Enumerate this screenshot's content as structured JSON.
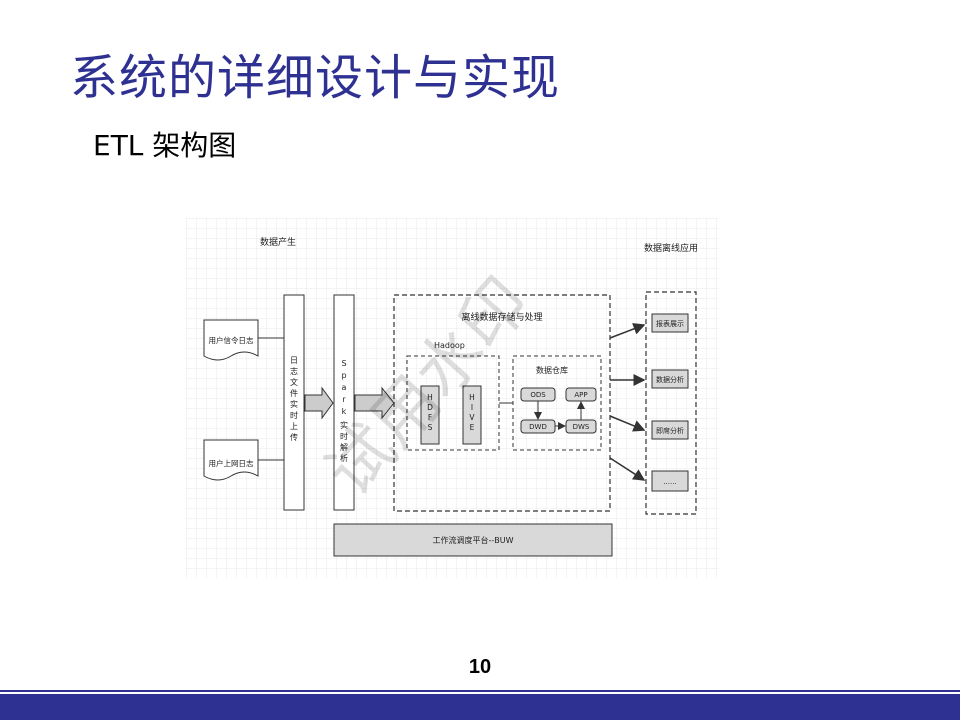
{
  "slide": {
    "title": "系统的详细设计与实现",
    "subtitle": "ETL 架构图",
    "page_number": "10"
  },
  "diagram": {
    "section_produce": "数据产生",
    "section_apps": "数据离线应用",
    "log_cmd": "用户信令日志",
    "log_web": "用户上网日志",
    "upload_chars": [
      "日",
      "志",
      "文",
      "件",
      "实",
      "时",
      "上",
      "传"
    ],
    "spark_chars": [
      "S",
      "p",
      "a",
      "r",
      "k",
      "实",
      "时",
      "解",
      "析"
    ],
    "offline_title": "离线数据存储与处理",
    "hadoop_label": "Hadoop",
    "hdfs_chars": [
      "H",
      "D",
      "F",
      "S"
    ],
    "hive_chars": [
      "H",
      "I",
      "V",
      "E"
    ],
    "warehouse_label": "数据仓库",
    "ods": "ODS",
    "app": "APP",
    "dwd": "DWD",
    "dws": "DWS",
    "apps": [
      "报表展示",
      "数据分析",
      "即席分析",
      "......"
    ],
    "scheduler": "工作流调度平台--BUW",
    "watermark": "试用水印"
  },
  "colors": {
    "title": "#2e3192",
    "footer": "#2e3192",
    "grid": "#e9e9e9",
    "box_fill": "#d9d9d9",
    "box_stroke": "#333333"
  }
}
